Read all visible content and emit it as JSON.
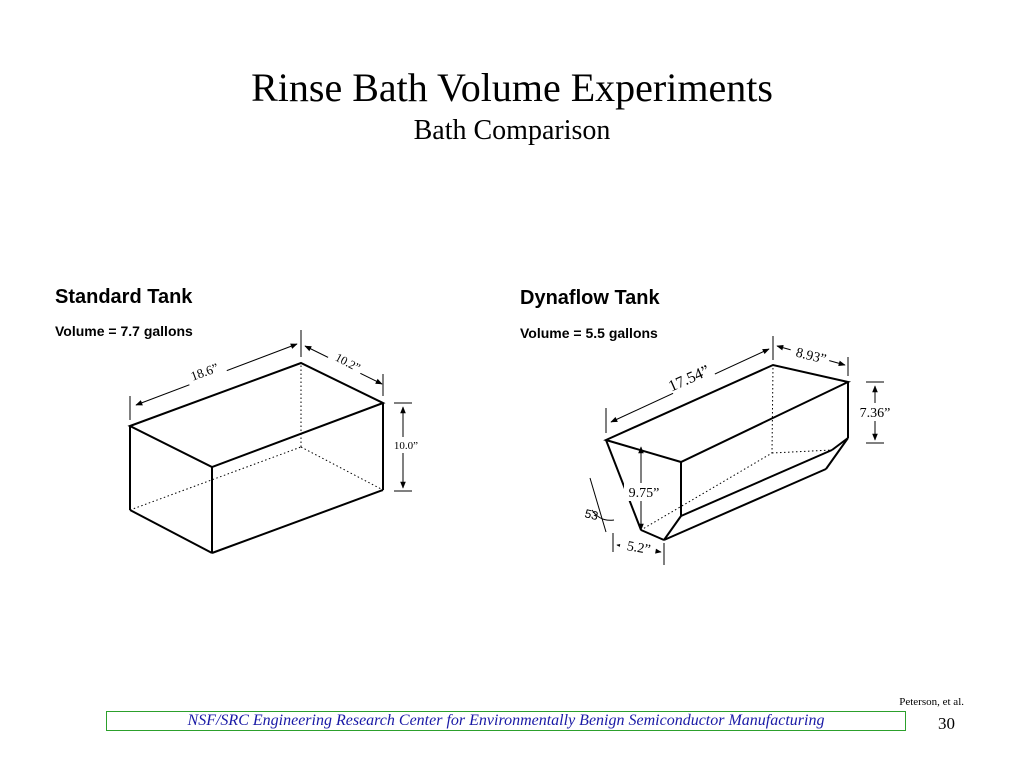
{
  "slide": {
    "title": "Rinse Bath Volume Experiments",
    "subtitle": "Bath Comparison",
    "credit": "Peterson, et al.",
    "footer": "NSF/SRC Engineering Research Center for Environmentally Benign Semiconductor Manufacturing",
    "page_number": "30",
    "footer_border_color": "#2ca02c",
    "footer_text_color": "#1a1aa6"
  },
  "standard_tank": {
    "name": "Standard Tank",
    "volume": "Volume = 7.7 gallons",
    "dim_length": "18.6”",
    "dim_width": "10.2”",
    "dim_height": "10.0”"
  },
  "dynaflow_tank": {
    "name": "Dynaflow Tank",
    "volume": "Volume = 5.5 gallons",
    "dim_length": "17.54”",
    "dim_width": "8.93”",
    "dim_top_height": "7.36”",
    "dim_height": "9.75”",
    "dim_bottom": "5.2”",
    "angle": "53"
  }
}
